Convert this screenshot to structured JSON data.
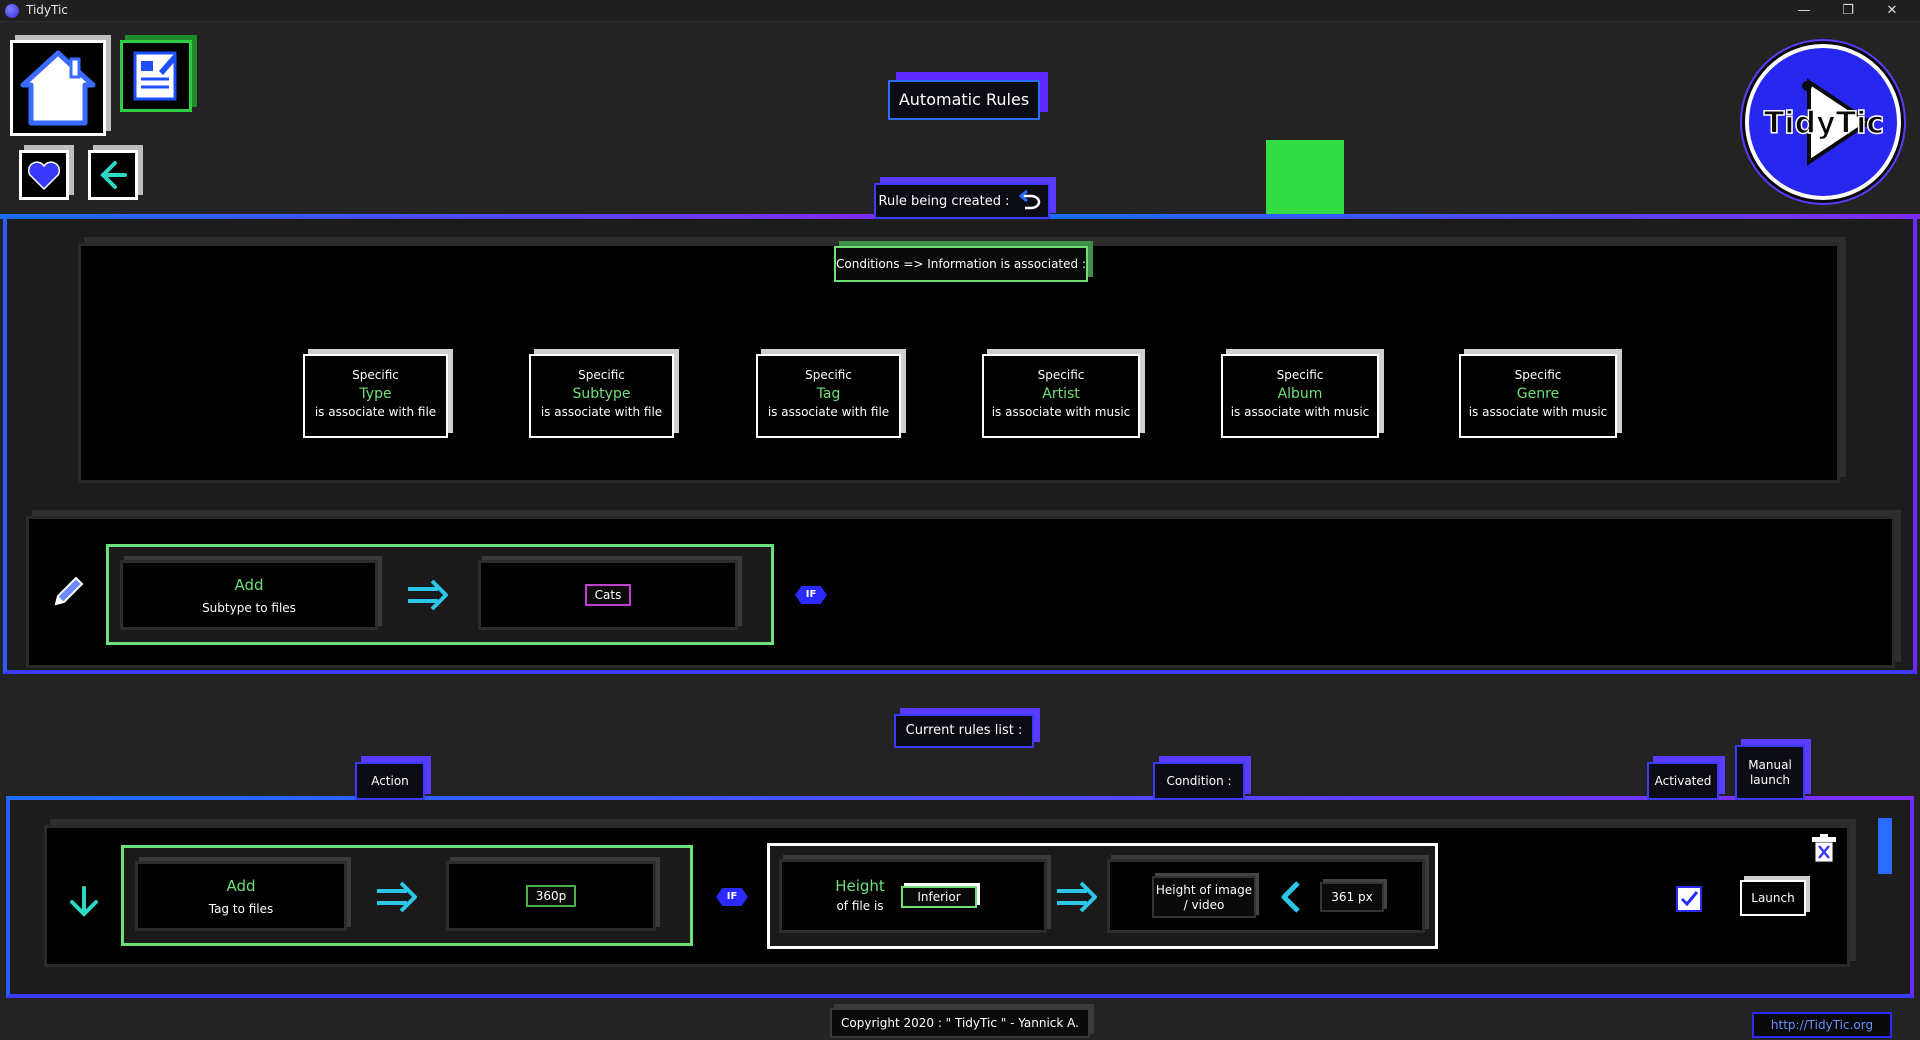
{
  "window": {
    "title": "TidyTic",
    "minimize": "—",
    "restore": "❐",
    "close": "✕"
  },
  "header": {
    "page_title": "Automatic Rules"
  },
  "creation": {
    "label": "Rule being created :",
    "conditions_label": "Conditions => Information is associated :",
    "condition_cards": [
      {
        "top": "Specific",
        "name": "Type",
        "bottom": "is associate with file"
      },
      {
        "top": "Specific",
        "name": "Subtype",
        "bottom": "is associate with file"
      },
      {
        "top": "Specific",
        "name": "Tag",
        "bottom": "is associate with file"
      },
      {
        "top": "Specific",
        "name": "Artist",
        "bottom": "is associate with music"
      },
      {
        "top": "Specific",
        "name": "Album",
        "bottom": "is associate with music"
      },
      {
        "top": "Specific",
        "name": "Genre",
        "bottom": "is associate with music"
      }
    ],
    "rule": {
      "verb": "Add",
      "object": "Subtype to files",
      "value": "Cats",
      "if": "IF"
    }
  },
  "list": {
    "label": "Current rules list :",
    "columns": {
      "action": "Action",
      "condition": "Condition :",
      "activated": "Activated",
      "manual": "Manual launch"
    },
    "rows": [
      {
        "verb": "Add",
        "object": "Tag to files",
        "value": "360p",
        "if": "IF",
        "cond_field_top": "Height",
        "cond_field_bottom": "of file is",
        "cond_operator": "Inferior",
        "cond_target": "Height of image / video",
        "cond_value": "361 px",
        "launch": "Launch"
      }
    ]
  },
  "footer": {
    "copyright": "Copyright 2020 : \" TidyTic \" - Yannick A.",
    "link": "http://TidyTic.org"
  },
  "logo": {
    "text": "TidyTic"
  },
  "colors": {
    "accent_blue": "#2a6cff",
    "accent_purple": "#6a2bff",
    "green": "#6ee07a",
    "highlight_arrow": "#33dd44"
  }
}
